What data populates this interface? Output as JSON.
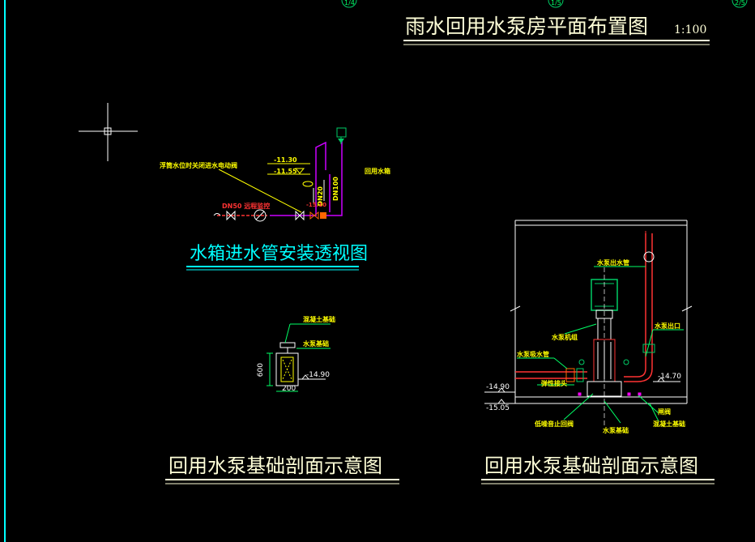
{
  "titles": {
    "main": "雨水回用水泵房平面布置图",
    "main_scale": "1:100",
    "iso": "水箱进水管安装透视图",
    "foundation_left": "回用水泵基础剖面示意图",
    "foundation_right": "回用水泵基础剖面示意图"
  },
  "sheet_markers": [
    "1/4",
    "1/5",
    "2/5"
  ],
  "iso": {
    "elev_1": "-11.30",
    "elev_2": "-11.55",
    "callout": "浮筒水位时关闭进水电动阀",
    "pipe_size_1": "DN20",
    "pipe_size_2": "DN100",
    "tank_label": "回用水箱",
    "red_label": "DN50 远程监控",
    "right_red": "-15.10"
  },
  "small_section": {
    "callout_1": "混凝土基础",
    "callout_2": "水泵基础",
    "height": "600",
    "width": "200",
    "elev": "-14.90"
  },
  "pump": {
    "outlet_pipe": "水泵出水管",
    "motor": "水泵机组",
    "outlet": "水泵出口",
    "inlet_pipe": "水泵吸水管",
    "elev_right": "-14.70",
    "elev_left_1": "-14.90",
    "elev_left_2": "-15.05",
    "cb_1": "弹性接头",
    "cb_2": "低噪音止回阀",
    "cb_3": "水泵基础",
    "cb_4": "闸阀",
    "cb_5": "混凝土基础"
  },
  "colors": {
    "background": "#000000",
    "frame": "#00ffff",
    "title": "#ffffd8",
    "iso_title": "#00ffff",
    "pipe_magenta": "#cc00ff",
    "pipe_red": "#ff3333",
    "annotation": "#ffff00",
    "equipment_green": "#00cc66"
  }
}
